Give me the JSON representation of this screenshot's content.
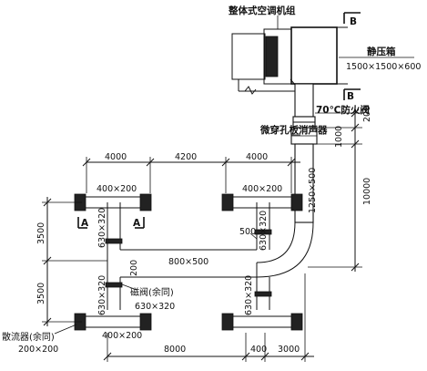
{
  "labels": {
    "ac_unit": "整体式空调机组",
    "plenum_box": "静压箱",
    "plenum_box_size": "1500×1500×600",
    "fire_damper": "70℃防火阀",
    "silencer": "微穿孔板消声器",
    "valve_note": "磁阀(余同)",
    "valve_size": "630×320",
    "diffuser_note": "散流器(余同)",
    "diffuser_size": "200×200",
    "section_b_top": "B",
    "section_b_mid": "B",
    "section_a_left": "A",
    "section_a_right": "A"
  },
  "dimensions": {
    "top_run_1": "4000",
    "top_run_2": "4200",
    "top_run_3": "4000",
    "left_upper": "3500",
    "left_lower": "3500",
    "bottom_run_1": "8000",
    "bottom_run_2": "400",
    "bottom_run_3": "3000",
    "right_total": "10000",
    "right_200": "200",
    "right_1000": "1000",
    "branch_top_left": "400×200",
    "branch_top_right": "400×200",
    "branch_bottom_left": "400×200",
    "branch_left_upper": "630×320",
    "branch_left_lower": "630×320",
    "branch_right_upper": "630×320",
    "branch_right_lower": "630×320",
    "main_horizontal": "800×500",
    "riser": "1250×500",
    "bend_500": "500",
    "small_200": "200"
  }
}
